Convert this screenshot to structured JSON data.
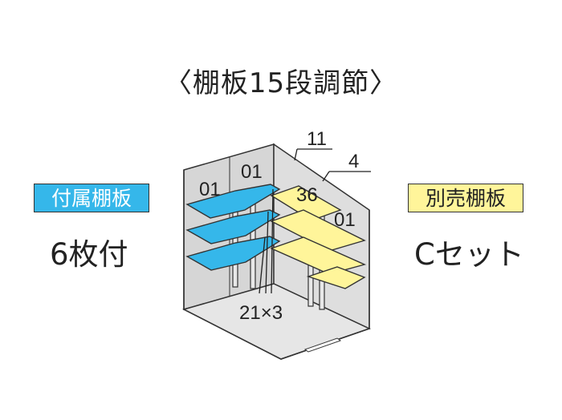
{
  "title": "〈棚板15段調節〉",
  "left": {
    "badge": "付属棚板",
    "text": "6枚付"
  },
  "right": {
    "badge": "別売棚板",
    "text": "Cセット"
  },
  "diagram": {
    "labels": {
      "l01a": "01",
      "l01b": "01",
      "l11": "11",
      "l4": "4",
      "l36": "36",
      "l01c": "01",
      "l21x3": "21×3"
    }
  },
  "colors": {
    "blue_shelf": "#35b7ea",
    "yellow_shelf": "#fff59a",
    "wall": "#d9d9d9"
  }
}
